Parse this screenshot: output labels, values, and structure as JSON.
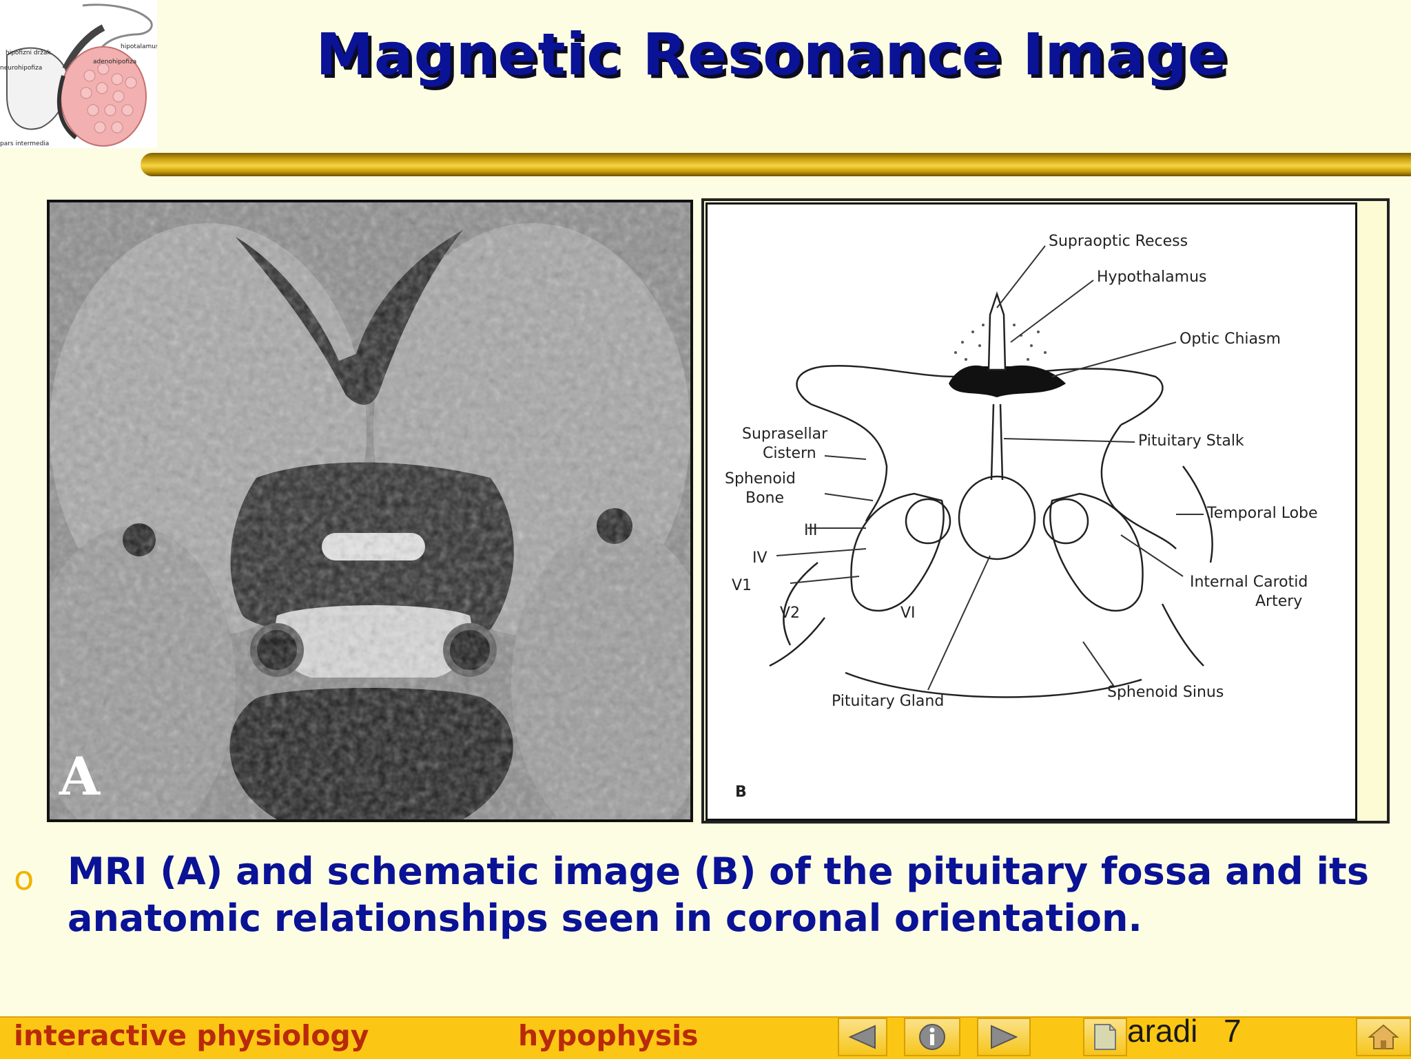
{
  "slide": {
    "title": "Magnetic Resonance Image",
    "caption_bullet": "o",
    "caption": "MRI (A) and schematic image (B) of the pituitary fossa and its anatomic relationships seen in coronal orientation."
  },
  "logo": {
    "labels": [
      "hipotalamus",
      "hipofizni držak",
      "adenohipofiza",
      "neurohipofiza",
      "pars intermedia"
    ]
  },
  "panel_a": {
    "letter": "A"
  },
  "panel_b": {
    "letter": "B",
    "labels": {
      "supraoptic": "Supraoptic Recess",
      "hypothalamus": "Hypothalamus",
      "optic": "Optic Chiasm",
      "suprasellar1": "Suprasellar",
      "suprasellar2": "Cistern",
      "stalk": "Pituitary Stalk",
      "sphenoid_bone1": "Sphenoid",
      "sphenoid_bone2": "Bone",
      "temporal": "Temporal Lobe",
      "carotid1": "Internal Carotid",
      "carotid2": "Artery",
      "gland": "Pituitary Gland",
      "sinus": "Sphenoid Sinus",
      "n3": "III",
      "n4": "IV",
      "v1": "V1",
      "v2": "V2",
      "n6": "VI"
    }
  },
  "footer": {
    "left": "interactive physiology",
    "center": "hypophysis",
    "author": "aradi",
    "page": "7"
  },
  "colors": {
    "background": "#fdfde3",
    "title": "#0a1296",
    "caption": "#0a1296",
    "footer_bar": "#fcc614",
    "footer_text": "#b82a0a"
  },
  "icons": [
    "prev-arrow-icon",
    "info-icon",
    "next-arrow-icon",
    "document-icon",
    "home-icon"
  ]
}
